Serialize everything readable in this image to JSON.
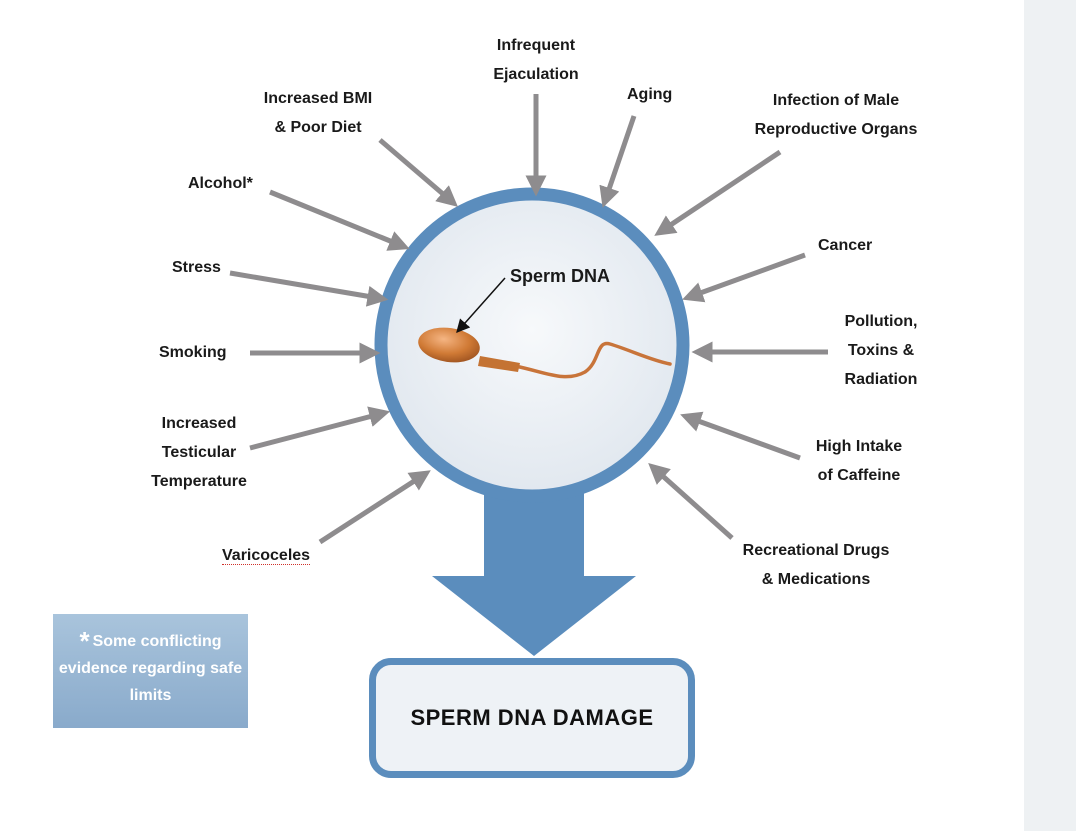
{
  "center": {
    "label": "Sperm DNA"
  },
  "result": {
    "label": "SPERM DNA DAMAGE"
  },
  "note": {
    "star": "*",
    "text": "Some conflicting evidence regarding safe limits"
  },
  "factors": {
    "infrequent_ejaculation": [
      "Infrequent",
      "Ejaculation"
    ],
    "aging": "Aging",
    "bmi_diet": [
      "Increased BMI",
      "& Poor Diet"
    ],
    "infection": [
      "Infection of Male",
      "Reproductive Organs"
    ],
    "alcohol": "Alcohol*",
    "cancer": "Cancer",
    "stress": "Stress",
    "pollution": [
      "Pollution,",
      "Toxins &",
      "Radiation"
    ],
    "smoking": "Smoking",
    "testicular_temp": [
      "Increased",
      "Testicular",
      "Temperature"
    ],
    "caffeine": [
      "High Intake",
      "of Caffeine"
    ],
    "varicoceles": "Varicoceles",
    "drugs": [
      "Recreational Drugs",
      "& Medications"
    ]
  },
  "colors": {
    "ring": "#5b8dbd",
    "arrow": "#8e8c8e",
    "circle_fill": "#e8edf3",
    "sperm": "#d07a35"
  }
}
